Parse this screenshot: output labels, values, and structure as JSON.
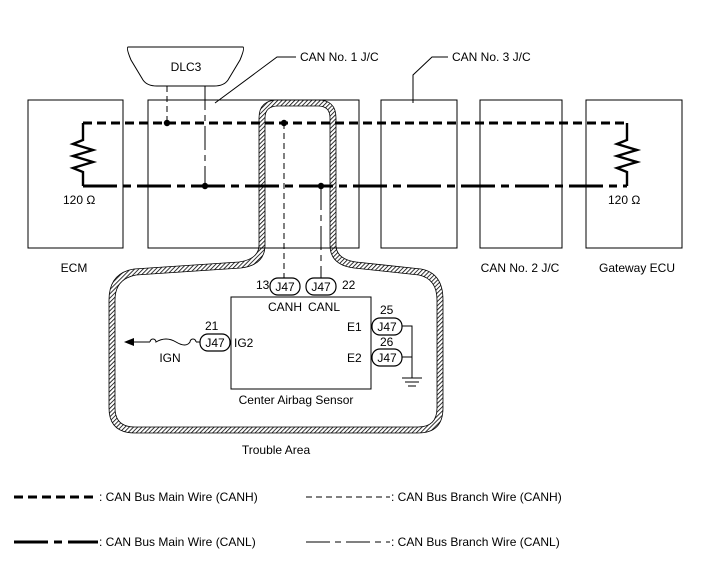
{
  "components": {
    "dlc3": "DLC3",
    "ecm": "ECM",
    "can_jc1": "CAN No. 1 J/C",
    "can_jc3": "CAN No. 3 J/C",
    "can_jc2": "CAN No. 2 J/C",
    "gateway_ecu": "Gateway ECU",
    "center_airbag_sensor": "Center Airbag Sensor"
  },
  "resistors": {
    "left": "120 Ω",
    "right": "120 Ω"
  },
  "connector": {
    "id": "J47",
    "canh_pin": "13",
    "canl_pin": "22",
    "ig2_pin": "21",
    "e1_pin": "25",
    "e2_pin": "26"
  },
  "signals": {
    "canh": "CANH",
    "canl": "CANL",
    "ig2": "IG2",
    "ign": "IGN",
    "e1": "E1",
    "e2": "E2"
  },
  "trouble_area": "Trouble Area",
  "legend": {
    "main_canh": ": CAN Bus Main Wire (CANH)",
    "branch_canh": ": CAN Bus Branch Wire (CANH)",
    "main_canl": ": CAN Bus Main Wire (CANL)",
    "branch_canl": ": CAN Bus Branch Wire (CANL)"
  }
}
